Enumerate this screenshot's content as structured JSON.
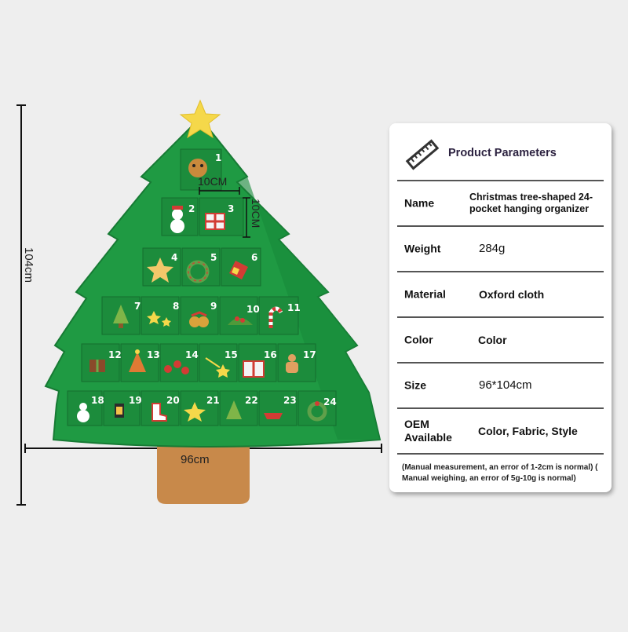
{
  "dimensions": {
    "height_label": "104cm",
    "width_label": "96cm",
    "pocket_width_label": "10CM",
    "pocket_height_label": "10CM"
  },
  "tree": {
    "pocket_numbers": [
      "1",
      "2",
      "3",
      "4",
      "5",
      "6",
      "7",
      "8",
      "9",
      "10",
      "11",
      "12",
      "13",
      "14",
      "15",
      "16",
      "17",
      "18",
      "19",
      "20",
      "21",
      "22",
      "23",
      "24"
    ],
    "colors": {
      "tree_green": "#1f9a43",
      "pocket_green": "#1c8c3c",
      "trunk": "#c8894a",
      "star": "#f5d84a"
    }
  },
  "params": {
    "title": "Product Parameters",
    "icon": "ruler-icon",
    "rows": [
      {
        "label": "Name",
        "value": "Christmas tree-shaped 24-pocket hanging organizer"
      },
      {
        "label": "Weight",
        "value": "284g"
      },
      {
        "label": "Material",
        "value": "Oxford cloth"
      },
      {
        "label": "Color",
        "value": "Color"
      },
      {
        "label": "Size",
        "value": "96*104cm"
      },
      {
        "label": "OEM Available",
        "value": "Color, Fabric, Style"
      }
    ],
    "note_1": "(Manual measurement, an error of 1-2cm is normal) (",
    "note_2": "Manual weighing, an error of 5g-10g is normal)"
  }
}
